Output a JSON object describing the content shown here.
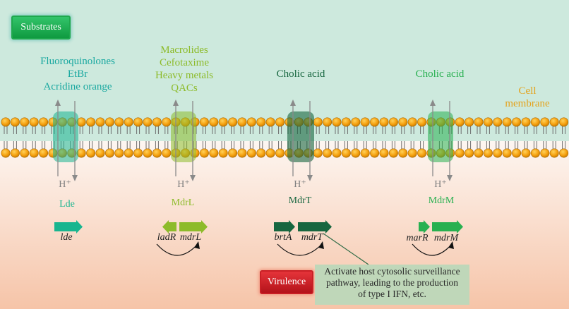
{
  "colors": {
    "top_background": "#cde9dd",
    "bottom_background": "#f7cbb3",
    "lde": "#19b58f",
    "mdrl": "#8dbb2a",
    "mdrt": "#17663f",
    "mdrm": "#28b050",
    "cell_membrane": "#e4a21a",
    "lipid_head": "#f5a00f"
  },
  "header": {
    "substrates_label": "Substrates"
  },
  "cell_membrane_label": [
    "Cell",
    "membrane"
  ],
  "proton_label": "H⁺",
  "pumps": [
    {
      "name": "Lde",
      "substrates": [
        "Fluoroquinolones",
        "EtBr",
        "Acridine orange"
      ],
      "genes": [
        "lde"
      ]
    },
    {
      "name": "MdrL",
      "substrates": [
        "Macrolides",
        "Cefotaxime",
        "Heavy metals",
        "QACs"
      ],
      "genes": [
        "ladR",
        "mdrL"
      ]
    },
    {
      "name": "MdrT",
      "substrates": [
        "Cholic acid"
      ],
      "genes": [
        "brtA",
        "mdrT"
      ]
    },
    {
      "name": "MdrM",
      "substrates": [
        "Cholic acid"
      ],
      "genes": [
        "marR",
        "mdrM"
      ]
    }
  ],
  "virulence": {
    "label": "Virulence",
    "description": [
      "Activate host cytosolic surveillance",
      "pathway, leading to the production",
      "of type I IFN, etc."
    ]
  }
}
